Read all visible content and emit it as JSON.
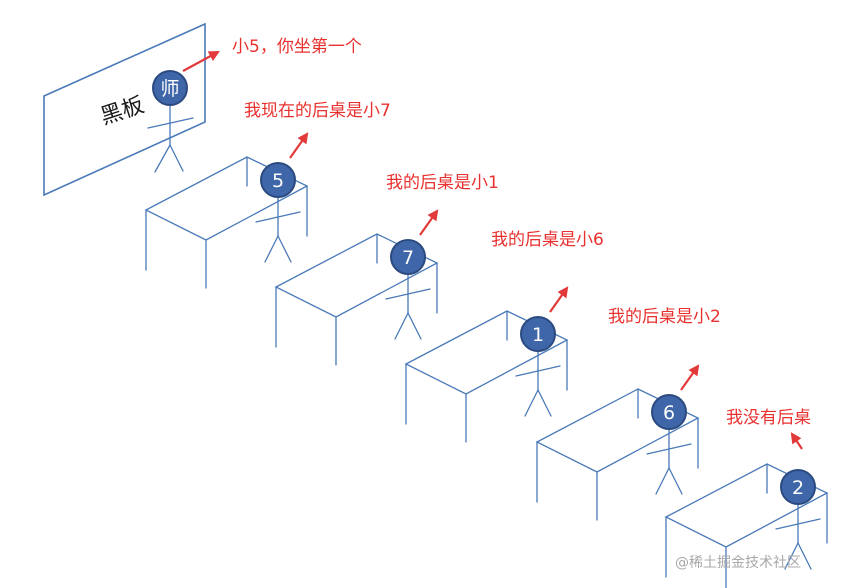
{
  "board": {
    "label": "黑板"
  },
  "teacher": {
    "label": "师",
    "note": "小5，你坐第一个"
  },
  "students": [
    {
      "id": "5",
      "note": "我现在的后桌是小7"
    },
    {
      "id": "7",
      "note": "我的后桌是小1"
    },
    {
      "id": "1",
      "note": "我的后桌是小6"
    },
    {
      "id": "6",
      "note": "我的后桌是小2"
    },
    {
      "id": "2",
      "note": "我没有后桌"
    }
  ],
  "watermark": "@稀土掘金技术社区",
  "colors": {
    "line": "#4a7ab8",
    "head_fill": "#3f66a8",
    "note": "#e8312f"
  }
}
